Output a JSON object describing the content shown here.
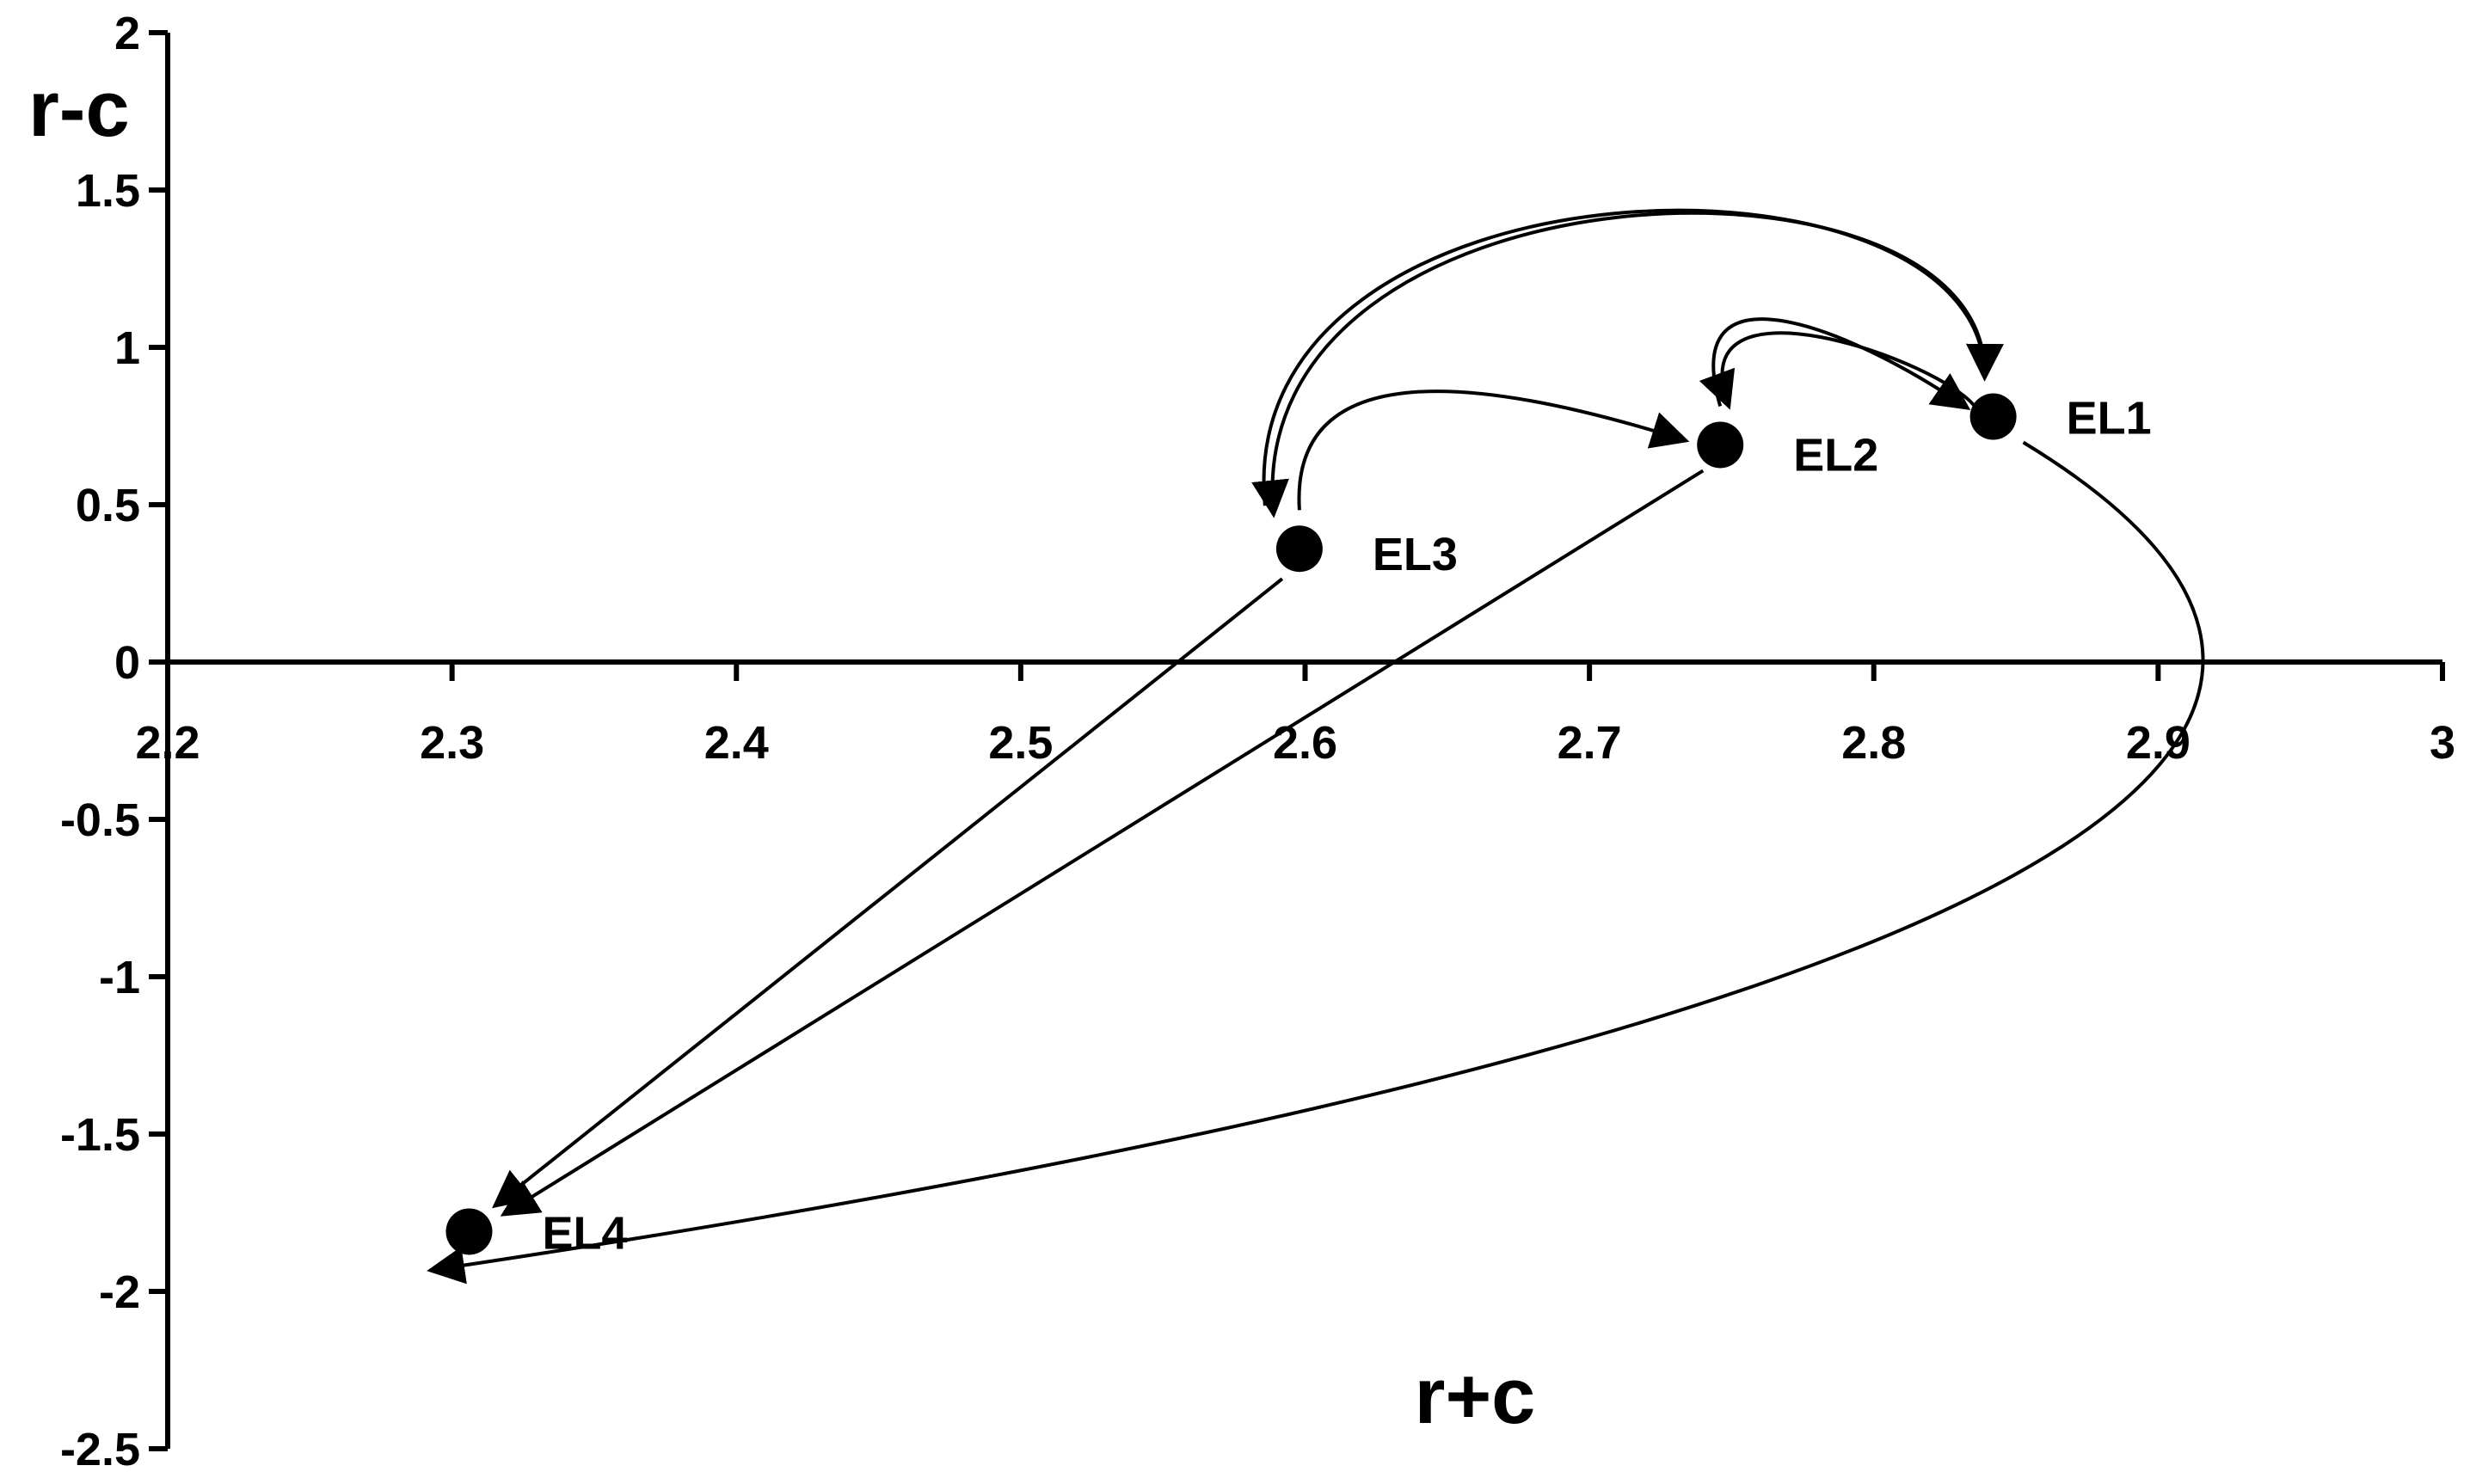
{
  "chart_data": {
    "type": "scatter",
    "title": "",
    "xlabel": "r+c",
    "ylabel": "r-c",
    "xlim": [
      2.2,
      3.0
    ],
    "ylim": [
      -2.5,
      2.0
    ],
    "x_ticks": [
      2.2,
      2.3,
      2.4,
      2.5,
      2.6,
      2.7,
      2.8,
      2.9,
      3.0
    ],
    "x_tick_labels": [
      "2.2",
      "2.3",
      "2.4",
      "2.5",
      "2.6",
      "2.7",
      "2.8",
      "2.9",
      "3"
    ],
    "y_ticks": [
      2.0,
      1.5,
      1.0,
      0.5,
      0.0,
      -0.5,
      -1.0,
      -1.5,
      -2.0,
      -2.5
    ],
    "y_tick_labels": [
      "2",
      "1.5",
      "1",
      "0.5",
      "0",
      "-0.5",
      "-1",
      "-1.5",
      "-2",
      "-2.5"
    ],
    "grid": false,
    "legend": "none",
    "points": [
      {
        "label": "EL1",
        "x": 2.842,
        "y": 0.78
      },
      {
        "label": "EL2",
        "x": 2.746,
        "y": 0.69
      },
      {
        "label": "EL3",
        "x": 2.598,
        "y": 0.36
      },
      {
        "label": "EL4",
        "x": 2.306,
        "y": -1.81
      }
    ],
    "relations": [
      {
        "from": "EL1",
        "to": "EL4"
      },
      {
        "from": "EL2",
        "to": "EL4"
      },
      {
        "from": "EL3",
        "to": "EL4"
      },
      {
        "from": "EL3",
        "to": "EL2"
      },
      {
        "from": "EL3",
        "to": "EL1"
      },
      {
        "from": "EL1",
        "to": "EL3"
      },
      {
        "from": "EL1",
        "to": "EL2"
      },
      {
        "from": "EL2",
        "to": "EL1"
      }
    ],
    "colors": {
      "marker": "#000000",
      "line": "#000000",
      "axis": "#000000"
    }
  }
}
